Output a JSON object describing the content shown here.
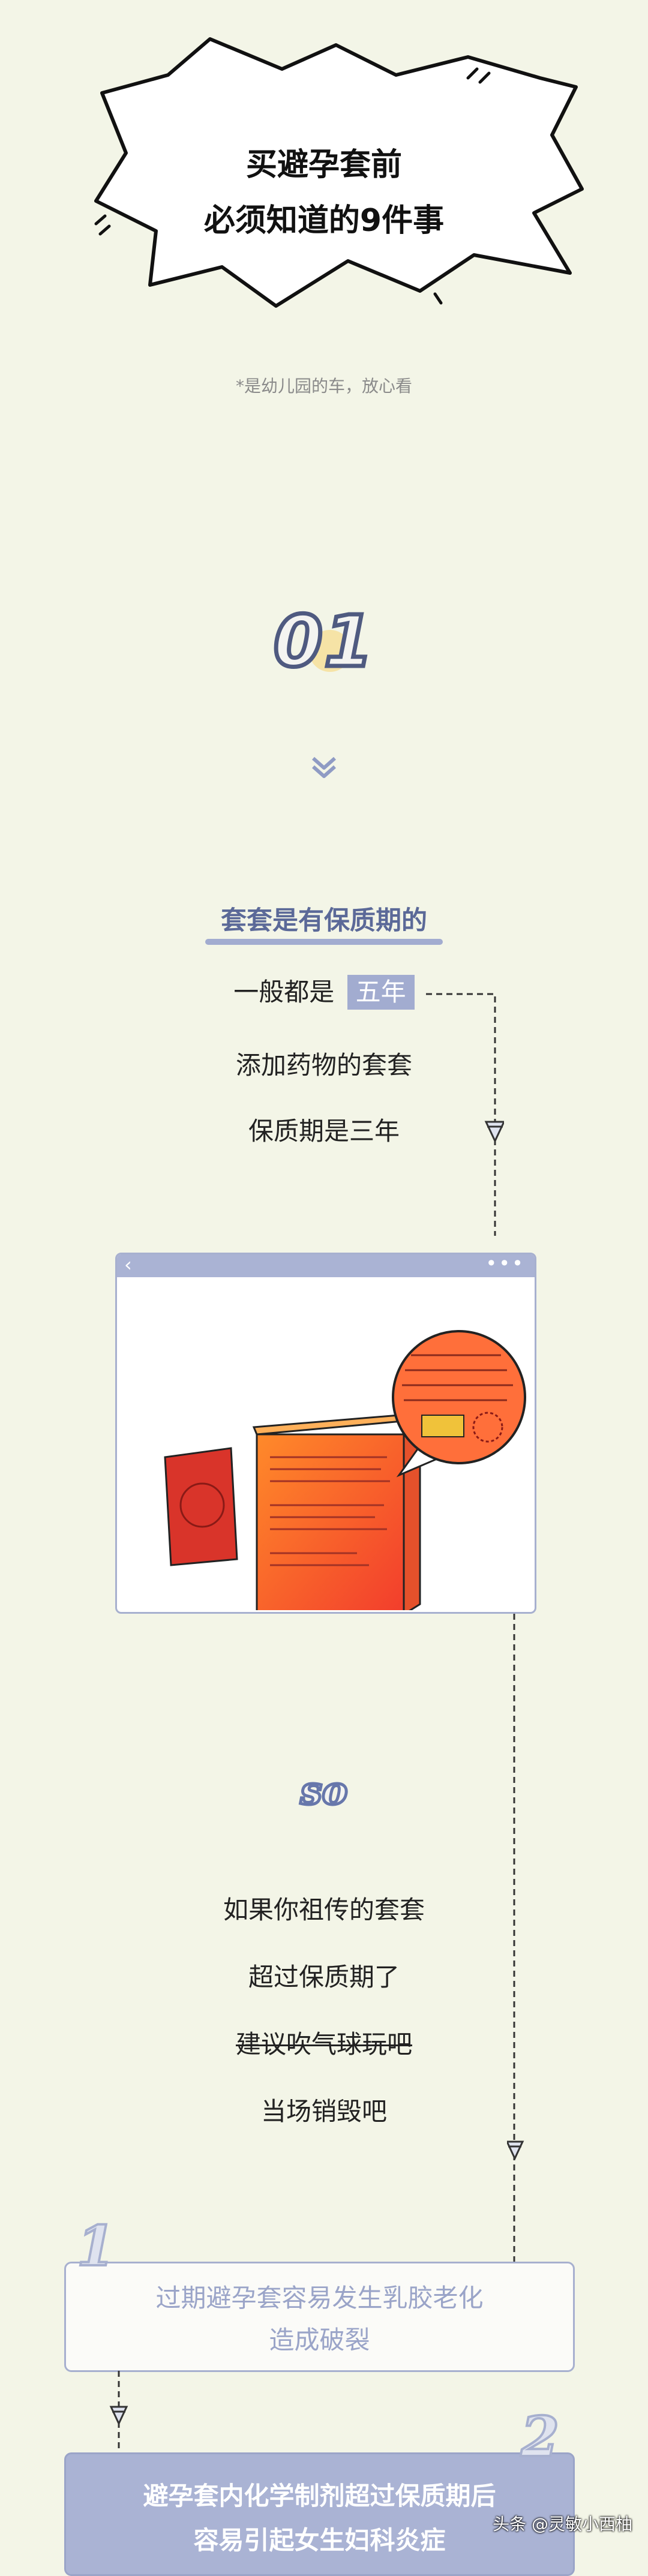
{
  "header": {
    "title_line1": "买避孕套前",
    "title_line2": "必须知道的9件事",
    "note": "*是幼儿园的车，放心看"
  },
  "section1": {
    "number": "01",
    "subtitle": "套套是有保质期的",
    "line1_prefix": "一般都是",
    "line1_highlight": "五年",
    "line2": "添加药物的套套",
    "line3": "保质期是三年"
  },
  "so": {
    "label": "so",
    "lines": [
      "如果你祖传的套套",
      "超过保质期了",
      "建议吹气球玩吧",
      "当场销毁吧"
    ]
  },
  "points": [
    {
      "num": "1",
      "line1": "过期避孕套容易发生乳胶老化",
      "line2": "造成破裂"
    },
    {
      "num": "2",
      "line1": "避孕套内化学制剂超过保质期后",
      "line2": "容易引起女生妇科炎症"
    }
  ],
  "browser": {
    "back_icon": "chevron-left-icon",
    "menu_icon": "more-dots-icon"
  },
  "watermark": "头条 @灵敏小西柚",
  "colors": {
    "background": "#f3f5e7",
    "accent": "#5b6998",
    "highlight": "#a2acd0",
    "box_border": "#a7b0cf"
  }
}
